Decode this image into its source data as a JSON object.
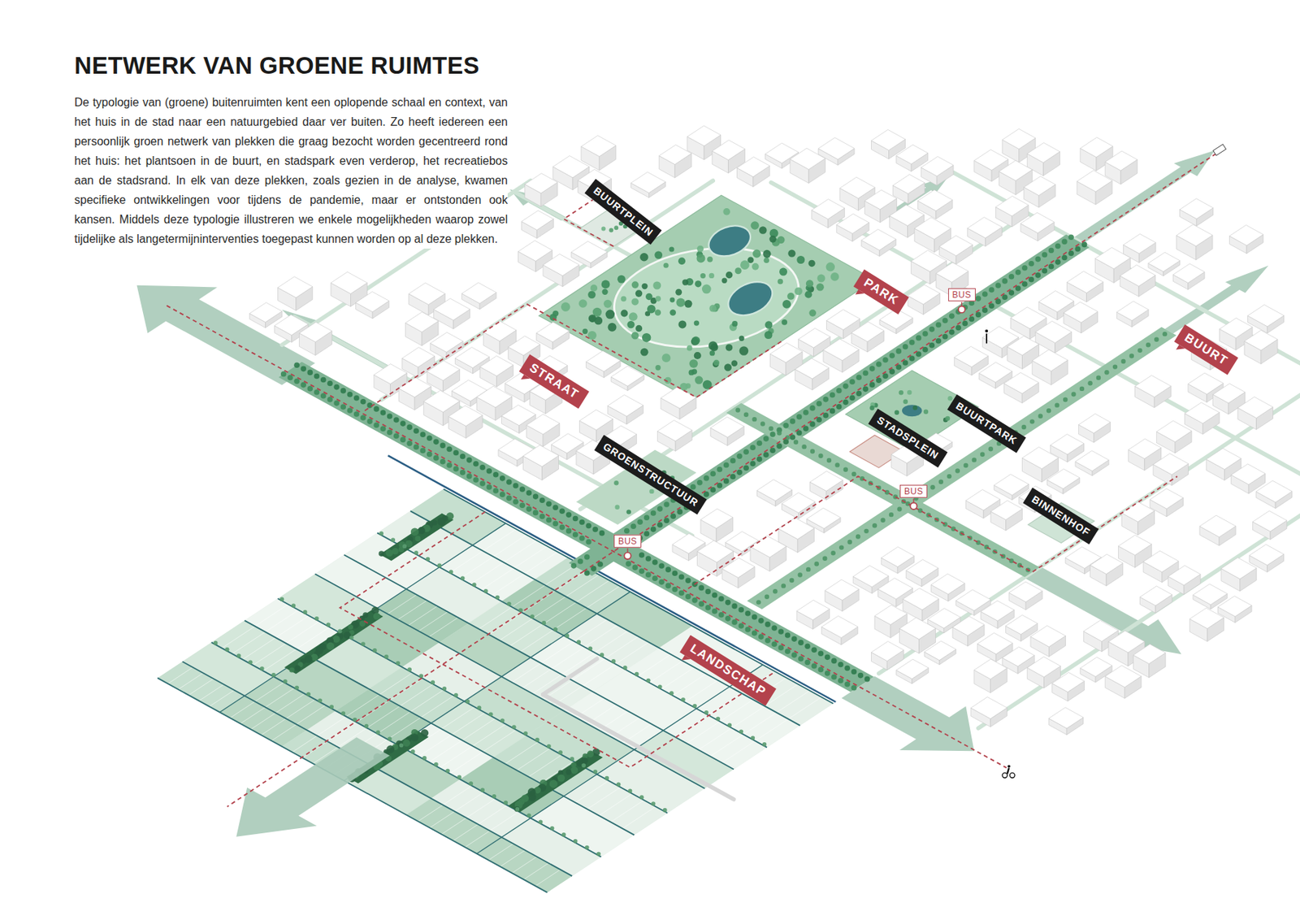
{
  "diagram": {
    "title": "NETWERK VAN GROENE RUIMTES",
    "caption": "De typologie van (groene) buitenruimten kent een oplopende schaal en context, van het huis in de stad naar een natuurgebied daar ver buiten. Zo heeft iedereen een persoonlijk groen netwerk van plekken die graag bezocht worden gecentreerd rond het huis: het plantsoen in de buurt, en stadspark even verderop, het recreatiebos aan de stadsrand. In elk van deze plekken, zoals gezien in de analyse, kwamen specifieke ontwikkelingen voor tijdens de pandemie, maar er ontstonden ook kansen. Middels deze typologie illustreren we enkele mogelijkheden waarop zowel tijdelijke als langetermijninterventies toegepast kunnen worden op al deze plekken.",
    "nodes": [
      {
        "text": [
          "BUURTPLEIN"
        ]
      },
      {
        "text": [
          "PARK"
        ]
      },
      {
        "text": [
          "BUS"
        ]
      },
      {
        "text": [
          "BUURT"
        ]
      },
      {
        "text": [
          "STRAAT"
        ]
      },
      {
        "text": [
          "BUURTPARK"
        ]
      },
      {
        "text": [
          "STADSPLEIN"
        ]
      },
      {
        "text": [
          "GROENSTRUCTUUR"
        ]
      },
      {
        "text": [
          "BUS"
        ]
      },
      {
        "text": [
          "BINNENHOF"
        ]
      },
      {
        "text": [
          "BUS"
        ]
      },
      {
        "text": [
          "LANDSCHAP"
        ]
      }
    ]
  }
}
